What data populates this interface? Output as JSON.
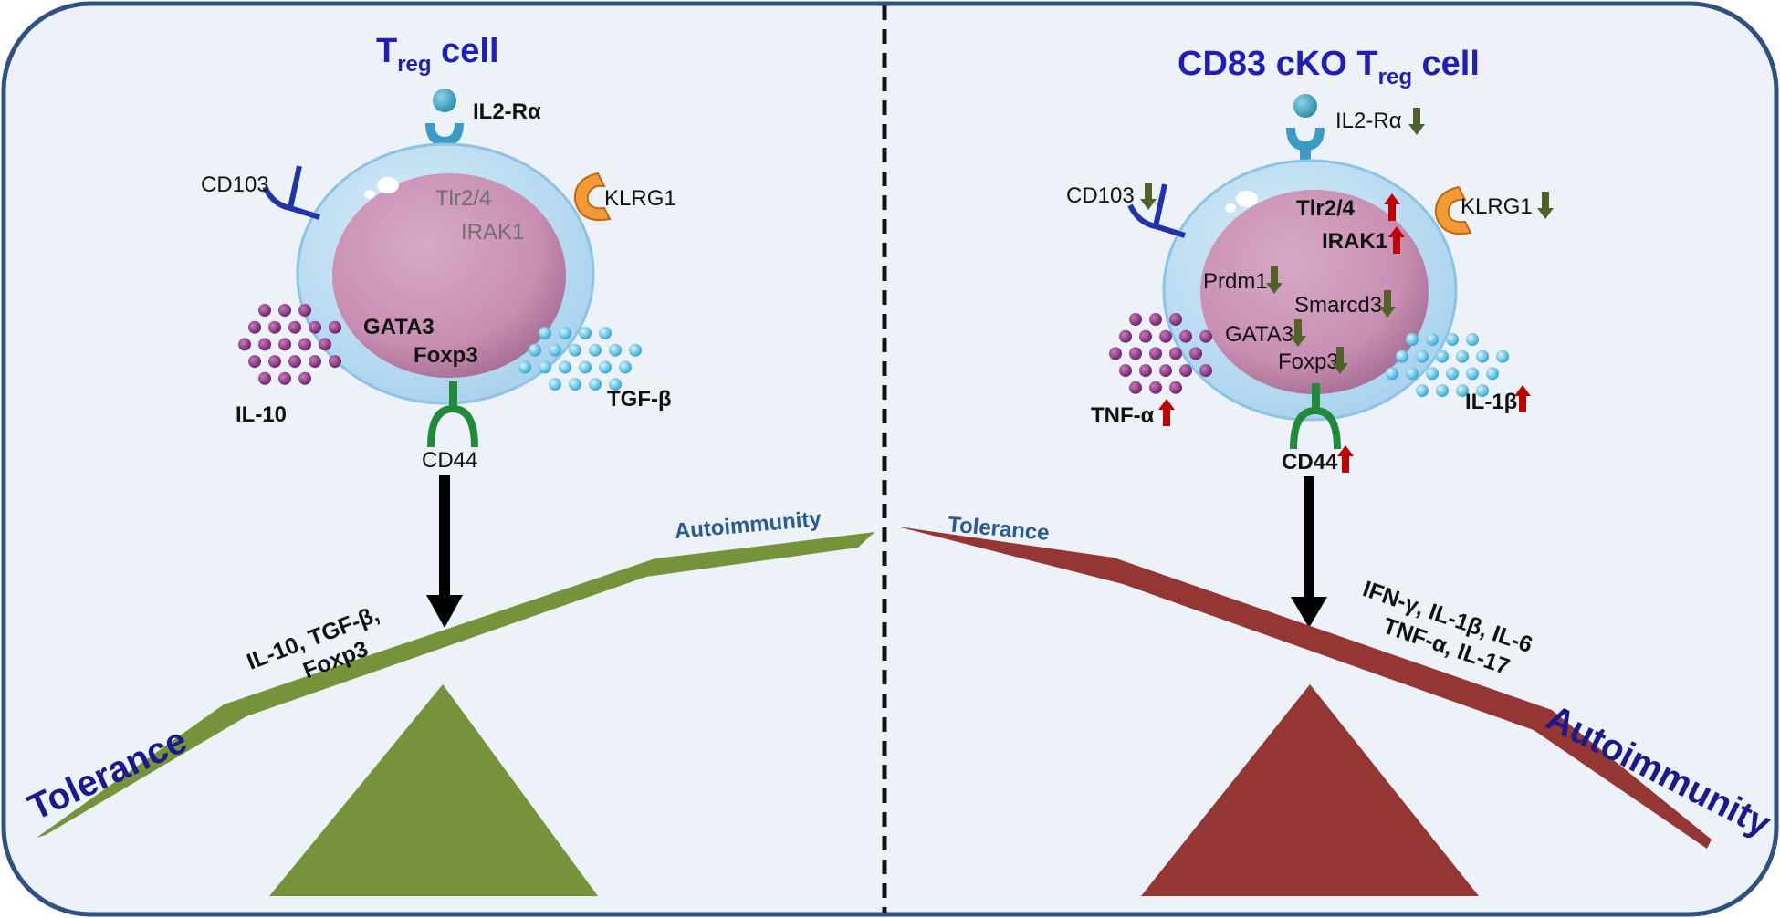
{
  "left": {
    "title_main": "T",
    "title_sub": "reg",
    "title_rest": " cell",
    "labels": {
      "il2ra": "IL2-Rα",
      "cd103": "CD103",
      "klrg1": "KLRG1",
      "tlr": "Tlr2/4",
      "irak1": "IRAK1",
      "gata3": "GATA3",
      "foxp3": "Foxp3",
      "il10": "IL-10",
      "tgfb": "TGF-β",
      "cd44": "CD44"
    },
    "cytokines": [
      "IL-10, TGF-β,",
      "Foxp3"
    ],
    "scale_low_label": "Tolerance",
    "scale_high_label": "Autoimmunity",
    "scale_color": "#76933c"
  },
  "right": {
    "title_main": "CD83 cKO T",
    "title_sub": "reg",
    "title_rest": " cell",
    "labels": {
      "il2ra": "IL2-Rα",
      "cd103": "CD103",
      "klrg1": "KLRG1",
      "tlr": "Tlr2/4",
      "irak1": "IRAK1",
      "prdm1": "Prdm1",
      "smarcd3": "Smarcd3",
      "gata3": "GATA3",
      "foxp3": "Foxp3",
      "tnfa": "TNF-α",
      "il1b": "IL-1β",
      "cd44": "CD44"
    },
    "cytokines": [
      "IFN-γ, IL-1β, IL-6",
      "TNF-α, IL-17"
    ],
    "scale_high_label": "Tolerance",
    "scale_low_label": "Autoimmunity",
    "scale_color": "#943634"
  },
  "colors": {
    "panel_bg": "#edf1f8",
    "frame": "#2f5282",
    "up_arrow": "#c00000",
    "down_arrow": "#4f6228"
  }
}
